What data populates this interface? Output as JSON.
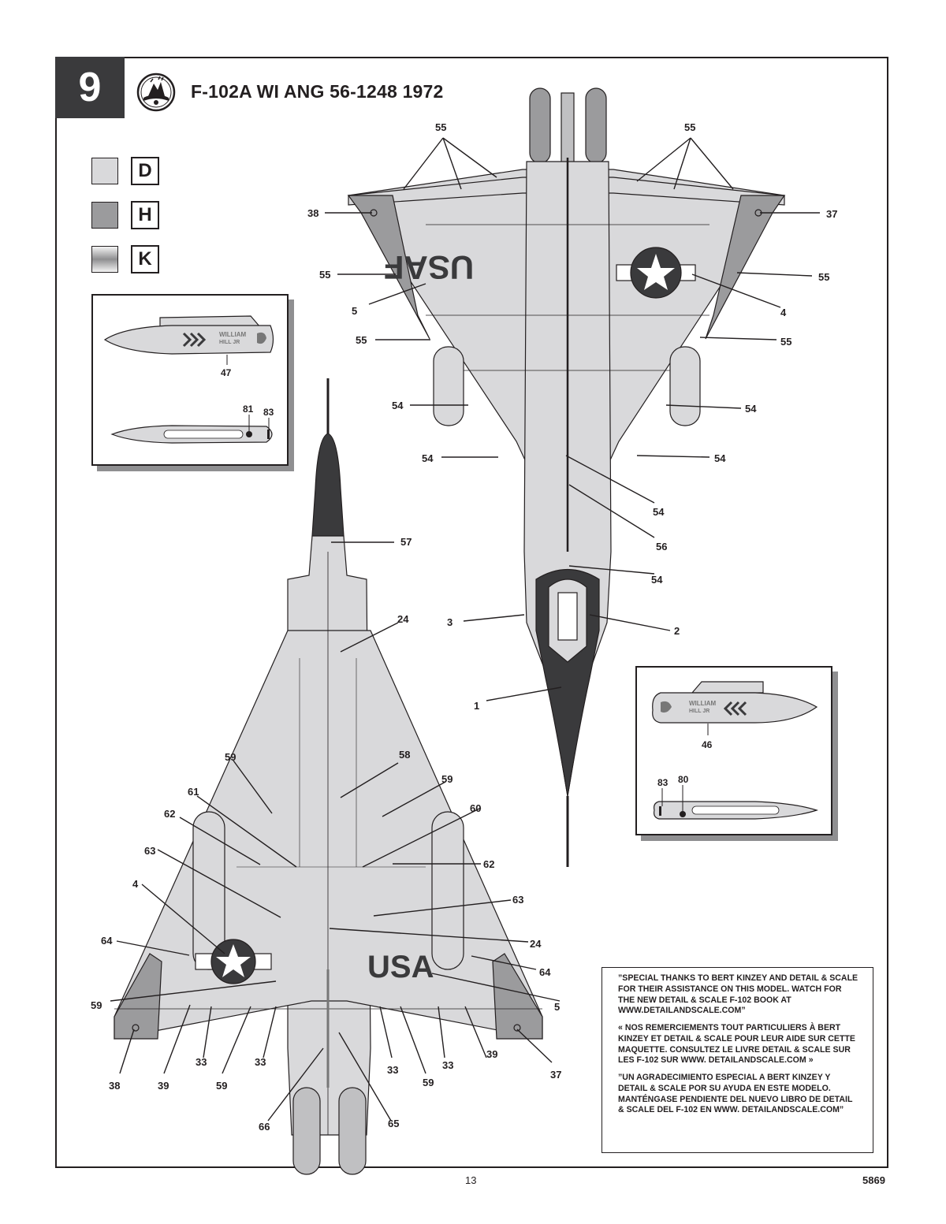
{
  "step": {
    "number": "9"
  },
  "title": "F-102A WI ANG 56-1248 1972",
  "colors": {
    "D": "#d9d9db",
    "H": "#9b9b9d",
    "K": "#c0c0c2",
    "black": "#3a3a3c"
  },
  "swatches": [
    {
      "letter": "D"
    },
    {
      "letter": "H"
    },
    {
      "letter": "K"
    }
  ],
  "markings": {
    "usaf_top": "USAF",
    "usa_bottom": "USA"
  },
  "callouts": {
    "top_view": [
      "55",
      "55",
      "38",
      "37",
      "55",
      "55",
      "5",
      "4",
      "55",
      "55",
      "54",
      "54",
      "54",
      "54",
      "54",
      "56",
      "54",
      "3",
      "2",
      "1"
    ],
    "bottom_view": [
      "57",
      "24",
      "58",
      "59",
      "59",
      "61",
      "60",
      "62",
      "62",
      "63",
      "63",
      "4",
      "24",
      "64",
      "64",
      "59",
      "5",
      "38",
      "39",
      "33",
      "59",
      "33",
      "33",
      "59",
      "33",
      "39",
      "37",
      "66",
      "65"
    ],
    "inset_left": [
      "47",
      "81",
      "83"
    ],
    "inset_right": [
      "46",
      "83",
      "80"
    ]
  },
  "notes": [
    "”SPECIAL THANKS TO BERT KINZEY AND DETAIL & SCALE FOR THEIR ASSISTANCE ON THIS MODEL. WATCH FOR THE NEW DETAIL & SCALE F-102 BOOK AT WWW.DETAILANDSCALE.COM”",
    "« NOS REMERCIEMENTS TOUT PARTICULIERS À BERT KINZEY ET DETAIL & SCALE POUR LEUR AIDE SUR CETTE MAQUETTE. CONSULTEZ LE LIVRE DETAIL & SCALE SUR LES F-102 SUR WWW. DETAILANDSCALE.COM »",
    "”UN AGRADECIMIENTO ESPECIAL A BERT KINZEY Y DETAIL & SCALE POR SU AYUDA EN ESTE MODELO. MANTÉNGASE PENDIENTE DEL NUEVO LIBRO DE DETAIL & SCALE DEL F-102 EN WWW. DETAILANDSCALE.COM”"
  ],
  "footer": {
    "page": "13",
    "catalog": "5869"
  }
}
